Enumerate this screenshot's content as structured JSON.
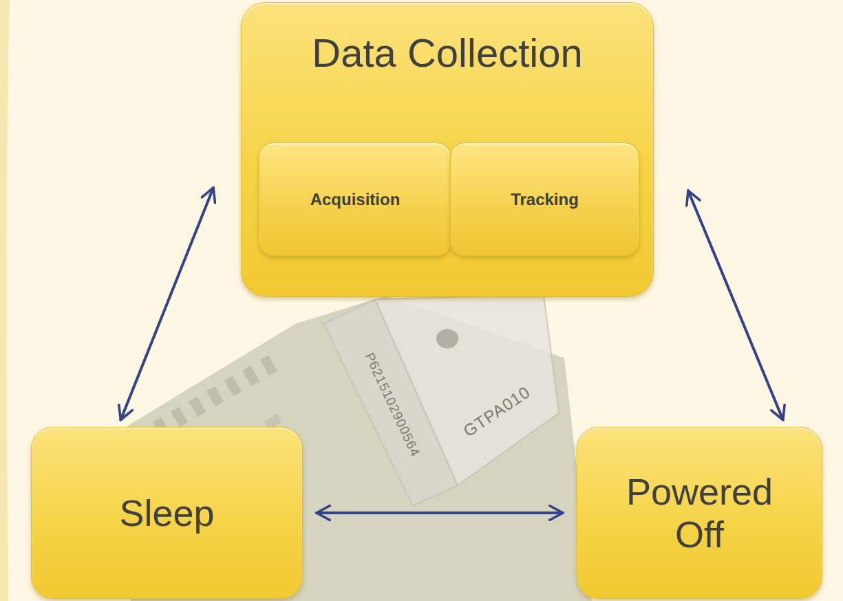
{
  "diagram": {
    "nodes": [
      {
        "text": [
          "Data Collection"
        ]
      },
      {
        "text": [
          "Acquisition"
        ],
        "in": 0
      },
      {
        "text": [
          "Tracking"
        ],
        "in": 0
      },
      {
        "text": [
          "Sleep"
        ]
      },
      {
        "text": [
          "Powered Off"
        ]
      }
    ],
    "edges": [
      {
        "from": 3,
        "to": 0,
        "arrow": "both"
      },
      {
        "from": 4,
        "to": 0,
        "arrow": "both"
      },
      {
        "from": 3,
        "to": 4,
        "arrow": "both"
      }
    ],
    "labels": [
      "P6215102900564",
      "GTPA010"
    ]
  }
}
